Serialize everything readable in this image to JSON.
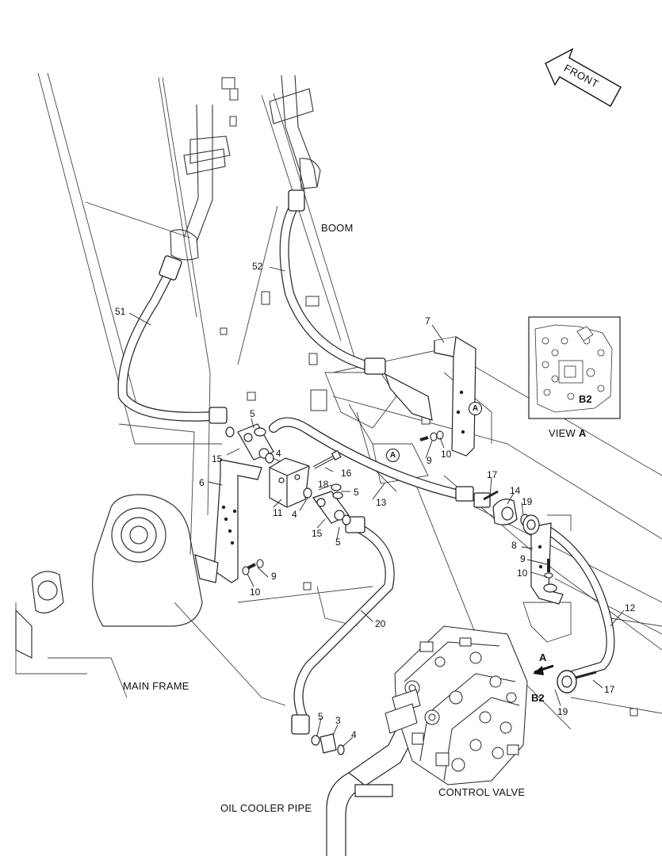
{
  "direction_label": "FRONT",
  "assembly_labels": {
    "boom": "BOOM",
    "main_frame": "MAIN FRAME",
    "oil_cooler_pipe": "OIL COOLER PIPE",
    "control_valve": "CONTROL VALVE"
  },
  "view": {
    "title": "VIEW",
    "letter": "A",
    "port": "B2"
  },
  "view_marker": "A",
  "port_label": "B2",
  "callouts": {
    "c7": "7",
    "c52": "52",
    "c51": "51",
    "c5a": "5",
    "c15a": "15",
    "c4a": "4",
    "c6": "6",
    "c11": "11",
    "c4b": "4",
    "c18": "18",
    "c5b": "5",
    "c16": "16",
    "c13": "13",
    "c15b": "15",
    "c5c": "5",
    "c9a": "9",
    "c10a": "10",
    "c9b": "9",
    "c10b": "10",
    "c17a": "17",
    "c14": "14",
    "c19a": "19",
    "c8": "8",
    "c9c": "9",
    "c10c": "10",
    "c12": "12",
    "c20": "20",
    "c17b": "17",
    "c19b": "19",
    "c5d": "5",
    "c3": "3",
    "c4c": "4"
  }
}
